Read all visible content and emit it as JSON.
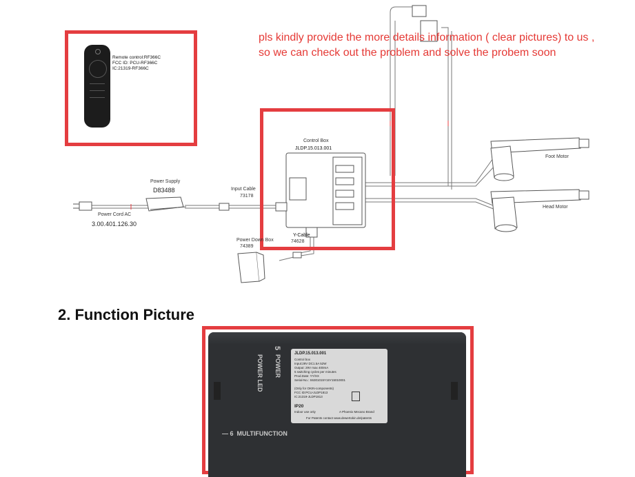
{
  "remote": {
    "lines": [
      "Remote control:RF366C",
      "FCC ID: PCU-RF366C",
      "IC:21319-RF366C"
    ]
  },
  "note": {
    "line1": "pls kindly provide the more details information ( clear pictures) to us ,",
    "line2": "so we can check out the problem and solve the probem soon"
  },
  "control_box": {
    "label": "Control Box",
    "code": "JLDP.15.013.001"
  },
  "power_supply": {
    "label": "Power Supply",
    "code": "D83488"
  },
  "input_cable": {
    "label": "Input Cable",
    "code": "73178"
  },
  "power_cord": {
    "label": "Power Cord  AC",
    "code": "3.00.401.126.30"
  },
  "power_down_box": {
    "label": "Power Down Box",
    "code": "74389"
  },
  "y_cable": {
    "label": "Y-Cable",
    "code": "74628"
  },
  "foot_motor": {
    "label": "Foot Motor"
  },
  "head_motor": {
    "label": "Head Motor"
  },
  "section_heading": "2.  Function Picture",
  "photo": {
    "labels": {
      "power_led": "POWER LED",
      "power": "POWER",
      "multifunction": "MULTIFUNCTION",
      "num5": "5",
      "num6": "6"
    },
    "sticker": {
      "title": "JLDP.15.013.001",
      "lines": [
        "Control box",
        "Input:29V  DC1.5A  52W",
        "Output: 29V  max 400mA",
        "5 switching cycles per minutes",
        "Prod.Date:  YY/XX",
        "Serial-No.:  S6301015Y15Y15010001"
      ],
      "only_for": "(Only for OKIN-components)",
      "fcc": "FCC ID:PCU-JLDP1813",
      "ic": "IC:21319-JLDP1813",
      "ip": "IP20",
      "indoor": "Indoor use only",
      "brand": "A Phoenix Mecano Brand",
      "patents": "For Patents contact www.dewertokin.de/patents"
    }
  },
  "colors": {
    "accent_red": "#e43d40",
    "note_red": "#e53935"
  }
}
